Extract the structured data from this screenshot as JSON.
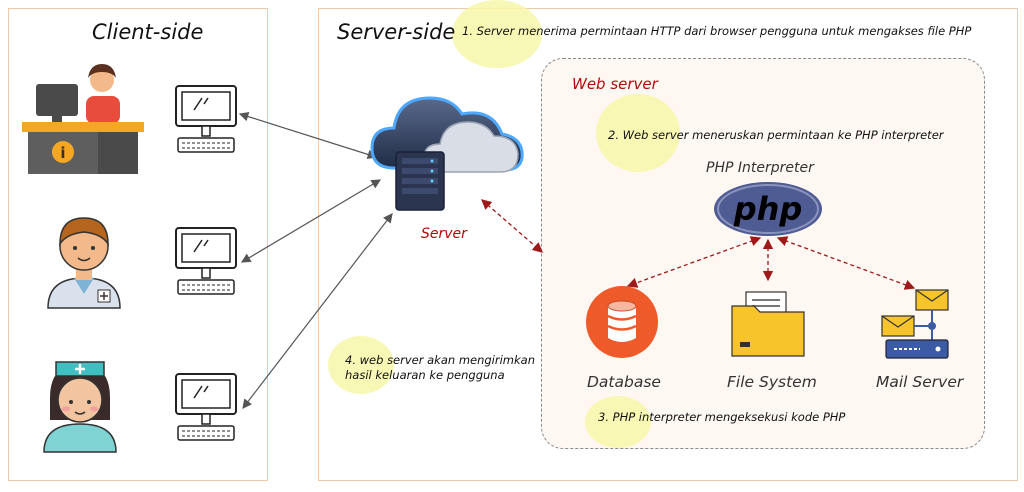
{
  "titles": {
    "client": "Client-side",
    "server": "Server-side"
  },
  "steps": {
    "s1": "1. Server menerima permintaan HTTP dari browser pengguna untuk mengakses file PHP",
    "s2": "2. Web server meneruskan permintaan ke PHP interpreter",
    "s3": "3. PHP interpreter mengeksekusi kode PHP",
    "s4": "4. web server akan mengirimkan hasil keluaran ke pengguna"
  },
  "labels": {
    "web_server": "Web server",
    "server": "Server",
    "php_interpreter": "PHP Interpreter",
    "php_logo": "php",
    "database": "Database",
    "file_system": "File System",
    "mail_server": "Mail Server"
  },
  "icons": {
    "receptionist": "receptionist-icon",
    "doctor": "doctor-icon",
    "nurse": "nurse-icon",
    "computer": "desktop-computer-icon",
    "server": "cloud-server-icon",
    "database": "database-icon",
    "file_system": "folder-icon",
    "mail_server": "mail-server-icon"
  },
  "colors": {
    "panel_border": "#f1c9a6",
    "accent_red": "#b00a0a",
    "highlight": "#f7f7a9",
    "php_blue": "#4f5b93",
    "db_orange": "#ef5a2a",
    "folder_yellow": "#f7c52b",
    "mail_blue": "#3b5ba5"
  }
}
